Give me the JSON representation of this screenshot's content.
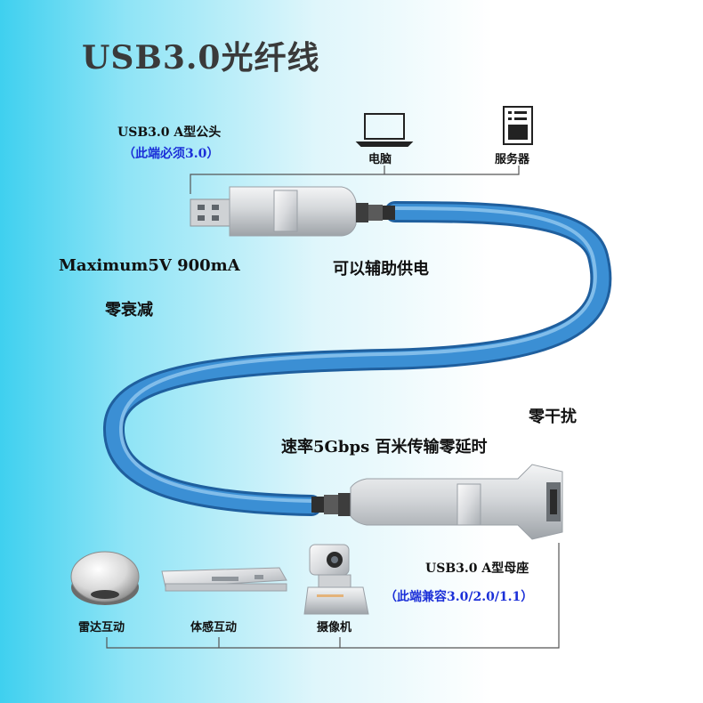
{
  "title": "USB3.0光纤线",
  "male_connector": {
    "label": "USB3.0 A型公头",
    "note": "（此端必须3.0）"
  },
  "hosts": [
    {
      "label": "电脑",
      "icon": "laptop-icon"
    },
    {
      "label": "服务器",
      "icon": "server-icon"
    }
  ],
  "power_spec": "Maximum5V 900mA",
  "power_note": "可以辅助供电",
  "no_loss": "零衰减",
  "no_interference": "零干扰",
  "speed": "速率5Gbps 百米传输零延时",
  "female_connector": {
    "label": "USB3.0 A型母座",
    "note": "（此端兼容3.0/2.0/1.1）"
  },
  "devices": [
    {
      "label": "雷达互动",
      "icon": "radar-sensor-icon"
    },
    {
      "label": "体感互动",
      "icon": "motion-sensor-icon"
    },
    {
      "label": "摄像机",
      "icon": "camera-icon"
    }
  ],
  "colors": {
    "cable_blue": "#3b8fd4",
    "cable_dark": "#1f5f9e",
    "text_blue": "#1b2fd8",
    "title_grey": "#3a3a3a",
    "metal": "#c9ccd0"
  }
}
